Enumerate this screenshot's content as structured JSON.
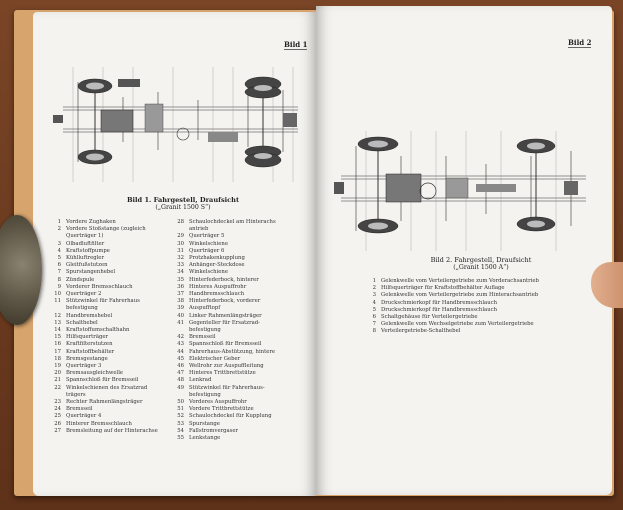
{
  "left_page": {
    "label": "Bild 1",
    "caption_title": "Bild 1. Fahrgestell, Draufsicht",
    "caption_sub": "(„Granit 1500 S“)",
    "legend_col1": [
      {
        "n": "1",
        "d": "Vordere Zughaken"
      },
      {
        "n": "2",
        "d": "Vordere Stoßstange (zugleich"
      },
      {
        "n": "",
        "d": "Querträger 1)"
      },
      {
        "n": "3",
        "d": "Ölbadluftfilter"
      },
      {
        "n": "4",
        "d": "Kraftstoffpumpe"
      },
      {
        "n": "5",
        "d": "Kühlluftregler"
      },
      {
        "n": "6",
        "d": "Gleitfußstutzen"
      },
      {
        "n": "7",
        "d": "Spurstangenhebel"
      },
      {
        "n": "8",
        "d": "Zündspule"
      },
      {
        "n": "9",
        "d": "Vorderer Bremsschlauch"
      },
      {
        "n": "10",
        "d": "Querträger 2"
      },
      {
        "n": "11",
        "d": "Stützwinkel für Fahrerhaus"
      },
      {
        "n": "",
        "d": "befestigung"
      },
      {
        "n": "12",
        "d": "Handbremshebel"
      },
      {
        "n": "13",
        "d": "Schalthebel"
      },
      {
        "n": "14",
        "d": "Kraftstoffumschalthahn"
      },
      {
        "n": "15",
        "d": "Hilfsquerträger"
      },
      {
        "n": "16",
        "d": "Kraftfilterstutzen"
      },
      {
        "n": "17",
        "d": "Kraftstoffbehälter"
      },
      {
        "n": "18",
        "d": "Bremsgestange"
      },
      {
        "n": "19",
        "d": "Querträger 3"
      },
      {
        "n": "20",
        "d": "Bremsausgleichwelle"
      },
      {
        "n": "21",
        "d": "Spannschloß für Bremsseil"
      },
      {
        "n": "22",
        "d": "Winkelschienen des Ersatzrad"
      },
      {
        "n": "",
        "d": "trägers"
      },
      {
        "n": "23",
        "d": "Rechter Rahmenlängsträger"
      },
      {
        "n": "24",
        "d": "Bremsseil"
      },
      {
        "n": "25",
        "d": "Querträger 4"
      },
      {
        "n": "26",
        "d": "Hinterer Bremsschlauch"
      },
      {
        "n": "27",
        "d": "Bremsleitung auf der Hinterachse"
      }
    ],
    "legend_col2": [
      {
        "n": "28",
        "d": "Schaulochdeckel am Hinterachs"
      },
      {
        "n": "",
        "d": "antrieb"
      },
      {
        "n": "29",
        "d": "Querträger 5"
      },
      {
        "n": "30",
        "d": "Winkelschiene"
      },
      {
        "n": "31",
        "d": "Querträger 6"
      },
      {
        "n": "32",
        "d": "Protzhakenkupplung"
      },
      {
        "n": "33",
        "d": "Anhänger-Steckdose"
      },
      {
        "n": "34",
        "d": "Winkelschiene"
      },
      {
        "n": "35",
        "d": "Hinterfederbock, hinterer"
      },
      {
        "n": "36",
        "d": "Hinteres Auspuffrohr"
      },
      {
        "n": "37",
        "d": "Handbremsschlauch"
      },
      {
        "n": "38",
        "d": "Hinterfederbock, vorderer"
      },
      {
        "n": "39",
        "d": "Auspufftopf"
      },
      {
        "n": "40",
        "d": "Linker Rahmenlängsträger"
      },
      {
        "n": "41",
        "d": "Gegenteller für Ersatzrad-"
      },
      {
        "n": "",
        "d": "befestigung"
      },
      {
        "n": "42",
        "d": "Bremsseil"
      },
      {
        "n": "43",
        "d": "Spannschloß für Bremsseil"
      },
      {
        "n": "44",
        "d": "Fahrerhaus-Abstützung, hintere"
      },
      {
        "n": "45",
        "d": "Elektrischer Geber"
      },
      {
        "n": "46",
        "d": "Wellrohr zur Auspuffleitung"
      },
      {
        "n": "47",
        "d": "Hinteres Trittbrettstütze"
      },
      {
        "n": "48",
        "d": "Lenkrad"
      },
      {
        "n": "49",
        "d": "Stützwinkel für Fahrerhaus-"
      },
      {
        "n": "",
        "d": "befestigung"
      },
      {
        "n": "50",
        "d": "Vorderes Auspuffrohr"
      },
      {
        "n": "51",
        "d": "Vordere Trittbrettstütze"
      },
      {
        "n": "52",
        "d": "Schaulochdeckel für Kupplung"
      },
      {
        "n": "53",
        "d": "Spurstange"
      },
      {
        "n": "54",
        "d": "Fallstromvergaser"
      },
      {
        "n": "55",
        "d": "Lenkstange"
      }
    ]
  },
  "right_page": {
    "label": "Bild 2",
    "caption_title": "Bild 2. Fahrgestell, Draufsicht",
    "caption_sub": "(„Granit 1500 A“)",
    "legend": [
      {
        "n": "1",
        "d": "Gelenkwelle vom Verteilergetriebe zum Vorderachsantrieb"
      },
      {
        "n": "2",
        "d": "Hilfsquerträger für Kraftstoffbehälter Auflage"
      },
      {
        "n": "3",
        "d": "Gelenkwelle vom Verteilergetriebe zum Hinterachsantrieb"
      },
      {
        "n": "4",
        "d": "Druckschmierkopf für Handbremsschlauch"
      },
      {
        "n": "5",
        "d": "Druckschmierkopf für Handbremsschlauch"
      },
      {
        "n": "6",
        "d": "Schaltgehäuse für Verteilergetriebe"
      },
      {
        "n": "7",
        "d": "Gelenkwelle vom Wechselgetriebe zum Verteilergetriebe"
      },
      {
        "n": "8",
        "d": "Verteilergetriebe-Schalthebel"
      }
    ]
  }
}
